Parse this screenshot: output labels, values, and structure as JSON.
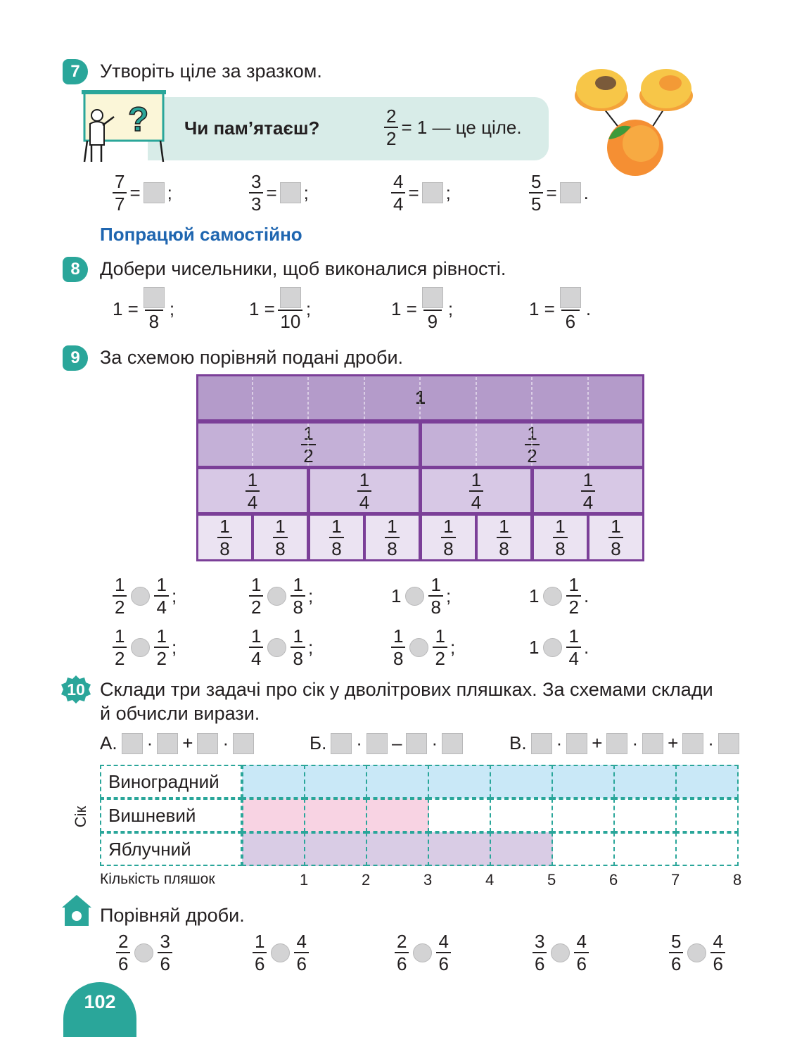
{
  "task7": {
    "badge": "7",
    "text": "Утворіть ціле за зразком.",
    "reminder_title": "Чи пам’ятаєш?",
    "reminder_frac": {
      "n": "2",
      "d": "2"
    },
    "reminder_rest": "= 1 — це ціле.",
    "items": [
      {
        "n": "7",
        "d": "7",
        "end": ";"
      },
      {
        "n": "3",
        "d": "3",
        "end": ";"
      },
      {
        "n": "4",
        "d": "4",
        "end": ";"
      },
      {
        "n": "5",
        "d": "5",
        "end": "."
      }
    ]
  },
  "section_title": "Попрацюй самостійно",
  "task8": {
    "badge": "8",
    "text": "Добери чисельники, щоб виконалися рівності.",
    "items": [
      {
        "left": "1 =",
        "d": "8",
        "end": ";"
      },
      {
        "left": "1 =",
        "d": "10",
        "end": ";"
      },
      {
        "left": "1 =",
        "d": "9",
        "end": ";"
      },
      {
        "left": "1 =",
        "d": "6",
        "end": "."
      }
    ]
  },
  "task9": {
    "badge": "9",
    "text": "За схемою порівняй подані дроби.",
    "scheme": {
      "whole": "1",
      "halves": [
        {
          "n": "1",
          "d": "2"
        },
        {
          "n": "1",
          "d": "2"
        }
      ],
      "quarters": [
        {
          "n": "1",
          "d": "4"
        },
        {
          "n": "1",
          "d": "4"
        },
        {
          "n": "1",
          "d": "4"
        },
        {
          "n": "1",
          "d": "4"
        }
      ],
      "eighths": [
        {
          "n": "1",
          "d": "8"
        },
        {
          "n": "1",
          "d": "8"
        },
        {
          "n": "1",
          "d": "8"
        },
        {
          "n": "1",
          "d": "8"
        },
        {
          "n": "1",
          "d": "8"
        },
        {
          "n": "1",
          "d": "8"
        },
        {
          "n": "1",
          "d": "8"
        },
        {
          "n": "1",
          "d": "8"
        }
      ],
      "colors": {
        "border": "#7b3f98",
        "row1": "#b49bca",
        "row2": "#c4b0d7",
        "row3": "#d7c8e5",
        "row4": "#ebe3f2"
      }
    },
    "row1": [
      {
        "a": {
          "n": "1",
          "d": "2"
        },
        "b": {
          "n": "1",
          "d": "4"
        },
        "end": ";"
      },
      {
        "a": {
          "n": "1",
          "d": "2"
        },
        "b": {
          "n": "1",
          "d": "8"
        },
        "end": ";"
      },
      {
        "a_whole": "1",
        "b": {
          "n": "1",
          "d": "8"
        },
        "end": ";"
      },
      {
        "a_whole": "1",
        "b": {
          "n": "1",
          "d": "2"
        },
        "end": "."
      }
    ],
    "row2": [
      {
        "a": {
          "n": "1",
          "d": "2"
        },
        "b": {
          "n": "1",
          "d": "2"
        },
        "end": ";"
      },
      {
        "a": {
          "n": "1",
          "d": "4"
        },
        "b": {
          "n": "1",
          "d": "8"
        },
        "end": ";"
      },
      {
        "a": {
          "n": "1",
          "d": "8"
        },
        "b": {
          "n": "1",
          "d": "2"
        },
        "end": ";"
      },
      {
        "a_whole": "1",
        "b": {
          "n": "1",
          "d": "4"
        },
        "end": "."
      }
    ]
  },
  "task10": {
    "badge": "10",
    "text_line1": "Склади три задачі про сік у дволітрових пляшках. За схемами склади",
    "text_line2": "й обчисли вирази.",
    "expr_a_label": "А.",
    "expr_b_label": "Б.",
    "expr_v_label": "В.",
    "dot": "·",
    "plus": "+",
    "minus": "–",
    "axis_label_y": "Сік",
    "axis_label_x": "Кількість пляшок",
    "ticks": [
      "1",
      "2",
      "3",
      "4",
      "5",
      "6",
      "7",
      "8"
    ],
    "rows": [
      {
        "name": "Виноградний",
        "filled": 8,
        "color": "#c9e8f7"
      },
      {
        "name": "Вишневий",
        "filled": 3,
        "color": "#f8d3e3"
      },
      {
        "name": "Яблучний",
        "filled": 5,
        "color": "#d9cce5"
      }
    ],
    "grid_color": "#2aa69a"
  },
  "homework": {
    "text": "Порівняй дроби.",
    "items": [
      {
        "a": {
          "n": "2",
          "d": "6"
        },
        "b": {
          "n": "3",
          "d": "6"
        }
      },
      {
        "a": {
          "n": "1",
          "d": "6"
        },
        "b": {
          "n": "4",
          "d": "6"
        }
      },
      {
        "a": {
          "n": "2",
          "d": "6"
        },
        "b": {
          "n": "4",
          "d": "6"
        }
      },
      {
        "a": {
          "n": "3",
          "d": "6"
        },
        "b": {
          "n": "4",
          "d": "6"
        }
      },
      {
        "a": {
          "n": "5",
          "d": "6"
        },
        "b": {
          "n": "4",
          "d": "6"
        }
      }
    ]
  },
  "page_number": "102",
  "colors": {
    "accent": "#2aa69a",
    "section_blue": "#1f66b0",
    "reminder_bg": "#d8ece8"
  }
}
